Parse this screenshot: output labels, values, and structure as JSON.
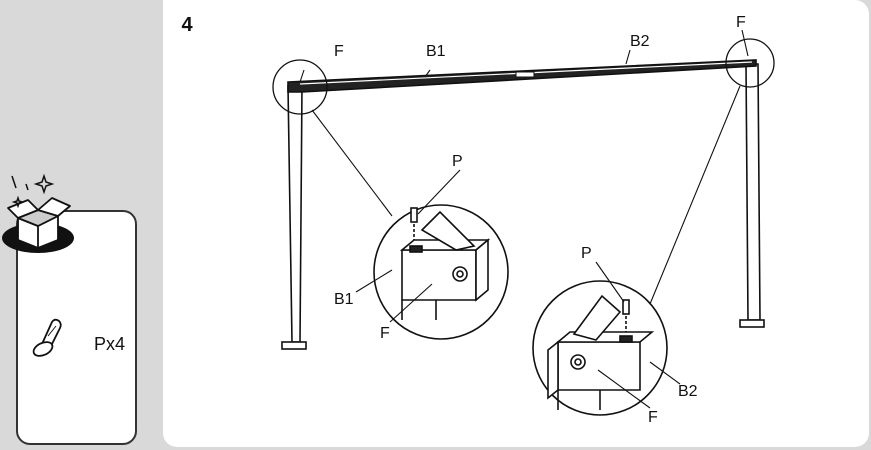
{
  "step": {
    "number": "4"
  },
  "parts": {
    "screw_quantity": "Px4",
    "icon": "screw-icon"
  },
  "labels": {
    "beam_left": "B1",
    "beam_right": "B2",
    "fitting_top_left": "F",
    "fitting_top_right": "F",
    "detail1_screw": "P",
    "detail1_beam": "B1",
    "detail1_fitting": "F",
    "detail2_screw": "P",
    "detail2_beam": "B2",
    "detail2_fitting": "F"
  },
  "colors": {
    "background": "#d9d9d9",
    "panel": "#ffffff",
    "line": "#111111"
  }
}
